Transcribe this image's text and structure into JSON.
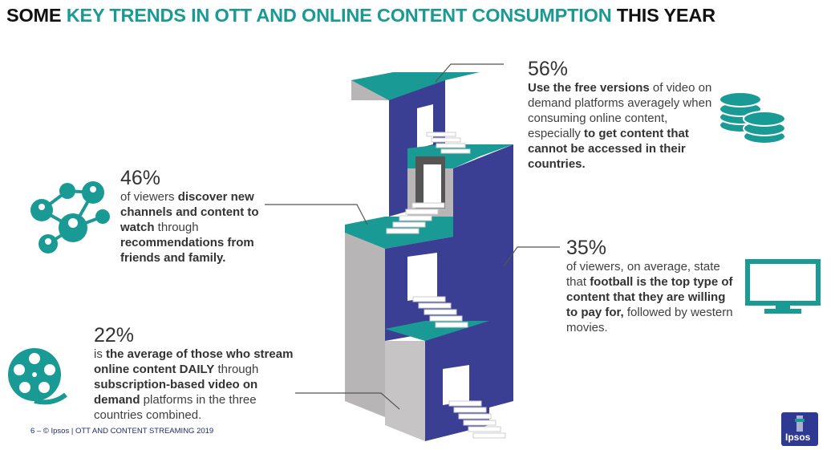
{
  "title": {
    "part1": "SOME ",
    "part2": "KEY TRENDS IN OTT AND ONLINE CONTENT CONSUMPTION",
    "part3": " THIS YEAR"
  },
  "colors": {
    "teal": "#1a9a94",
    "navy": "#3a3f93",
    "gray": "#b7b5b5"
  },
  "stats": {
    "s56": {
      "value": "56%",
      "b1": "Use the free versions",
      "t1": " of video on demand platforms averagely when consuming online content, especially ",
      "b2": "to get content that cannot be accessed in their countries.",
      "icon": "coins-icon"
    },
    "s46": {
      "value": "46%",
      "t1": "of viewers ",
      "b1": "discover new channels and content to watch",
      "t2": " through ",
      "b2": "recommendations from friends and family.",
      "icon": "social-network-icon"
    },
    "s35": {
      "value": "35%",
      "t1": "of viewers, on average, state that ",
      "b1": "football is the top type of content that they are willing to pay for,",
      "t2": " followed by western movies.",
      "icon": "tv-icon"
    },
    "s22": {
      "value": "22%",
      "t1": "is ",
      "b1": "the average of those who stream online content DAILY",
      "t2": " through ",
      "b2": "subscription-based video on demand",
      "t3": " platforms in the three countries combined.",
      "icon": "film-reel-icon"
    }
  },
  "footer": {
    "page": "6 – ",
    "text": "© Ipsos | OTT AND CONTENT STREAMING 2019"
  },
  "logo": {
    "text": "Ipsos"
  }
}
